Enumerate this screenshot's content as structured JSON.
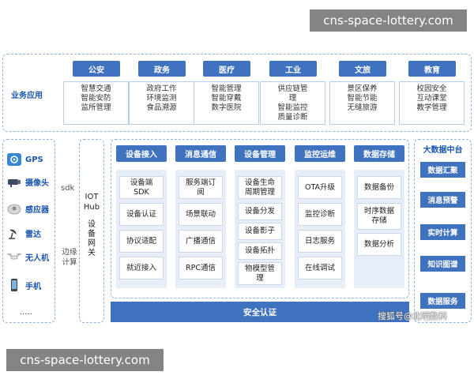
{
  "watermarks": {
    "top": "cns-space-lottery.com",
    "bottom": "cns-space-lottery.com",
    "credit": "搜狐号@北明数科"
  },
  "business": {
    "label": "业务应用",
    "sectors": [
      {
        "title": "公安",
        "items": [
          "智慧交通",
          "智能安防",
          "监所管理"
        ]
      },
      {
        "title": "政务",
        "items": [
          "政府工作",
          "环境监测",
          "食品溯源"
        ]
      },
      {
        "title": "医疗",
        "items": [
          "智能管理",
          "智能穿戴",
          "数字医院"
        ]
      },
      {
        "title": "工业",
        "items": [
          "供应链管",
          "理",
          "智能监控",
          "质量诊断"
        ]
      },
      {
        "title": "文旅",
        "items": [
          "景区保养",
          "智能节能",
          "无缝旅游"
        ]
      },
      {
        "title": "教育",
        "items": [
          "校园安全",
          "互动课堂",
          "教学管理"
        ]
      }
    ]
  },
  "devices": [
    {
      "name": "GPS",
      "icon": "gps-icon"
    },
    {
      "name": "摄像头",
      "icon": "camera-icon"
    },
    {
      "name": "感应器",
      "icon": "sensor-icon"
    },
    {
      "name": "雷达",
      "icon": "radar-icon"
    },
    {
      "name": "无人机",
      "icon": "drone-icon"
    },
    {
      "name": "手机",
      "icon": "phone-icon"
    },
    {
      "name": ".....",
      "icon": ""
    }
  ],
  "edge": {
    "sdk": "sdk",
    "edge_line1": "边缘",
    "edge_line2": "计算"
  },
  "hub": {
    "line1": "IOT",
    "line2": "Hub",
    "gateway": [
      "设",
      "备",
      "网",
      "关"
    ]
  },
  "modules": [
    {
      "title": "设备接入",
      "items": [
        "设备端\nSDK",
        "设备认证",
        "协议适配",
        "就近接入"
      ]
    },
    {
      "title": "消息通信",
      "items": [
        "服务端订\n阅",
        "场景联动",
        "广播通信",
        "RPC通信"
      ]
    },
    {
      "title": "设备管理",
      "items": [
        "设备生命\n周期管理",
        "设备分发",
        "设备影子",
        "设备拓扑",
        "物模型管\n理"
      ]
    },
    {
      "title": "监控运维",
      "items": [
        "OTA升级",
        "监控诊断",
        "日志服务",
        "在线调试"
      ]
    },
    {
      "title": "数据存储",
      "items": [
        "数据备份",
        "时序数据\n存储",
        "数据分析"
      ]
    }
  ],
  "security": "安全认证",
  "bigdata": {
    "title": "大数据中台",
    "items": [
      "数据汇聚",
      "消息预警",
      "实时计算",
      "知识图谱",
      "数据服务"
    ]
  }
}
